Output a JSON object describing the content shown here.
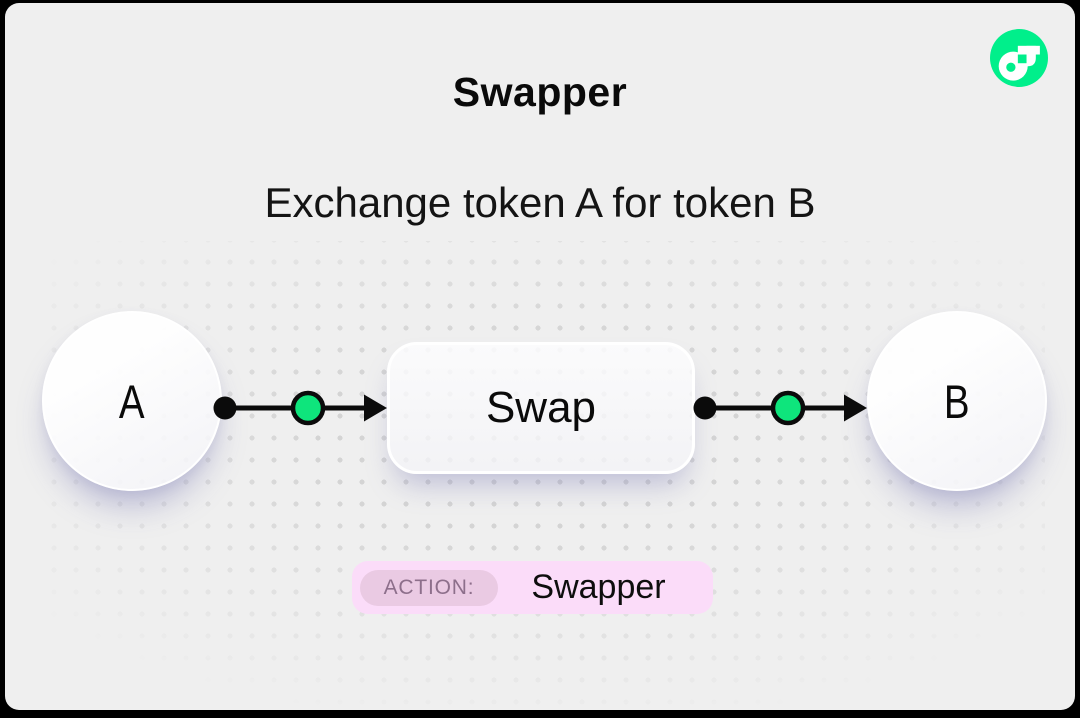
{
  "canvas": {
    "background": "#EFEFEF",
    "frame_color": "#000000",
    "dot_color": "#D4D4D4"
  },
  "header": {
    "title": "Swapper",
    "subtitle": "Exchange token A for token B"
  },
  "brand": {
    "logo": "flow-logo",
    "logo_color": "#00EF8B"
  },
  "diagram": {
    "nodes": [
      {
        "id": "token-a",
        "label": "A",
        "shape": "circle"
      },
      {
        "id": "swap-action",
        "label": "Swap",
        "shape": "rounded-box"
      },
      {
        "id": "token-b",
        "label": "B",
        "shape": "circle"
      }
    ],
    "connectors": [
      {
        "from": "token-a",
        "to": "swap-action",
        "line_color": "#0B0B0B",
        "token_marker_color": "#0EE57C"
      },
      {
        "from": "swap-action",
        "to": "token-b",
        "line_color": "#0B0B0B",
        "token_marker_color": "#0EE57C"
      }
    ]
  },
  "action_badge": {
    "label": "ACTION:",
    "value": "Swapper",
    "background": "#FBDCF9",
    "label_background": "#EACAE3",
    "label_color": "#8D6F8B"
  }
}
